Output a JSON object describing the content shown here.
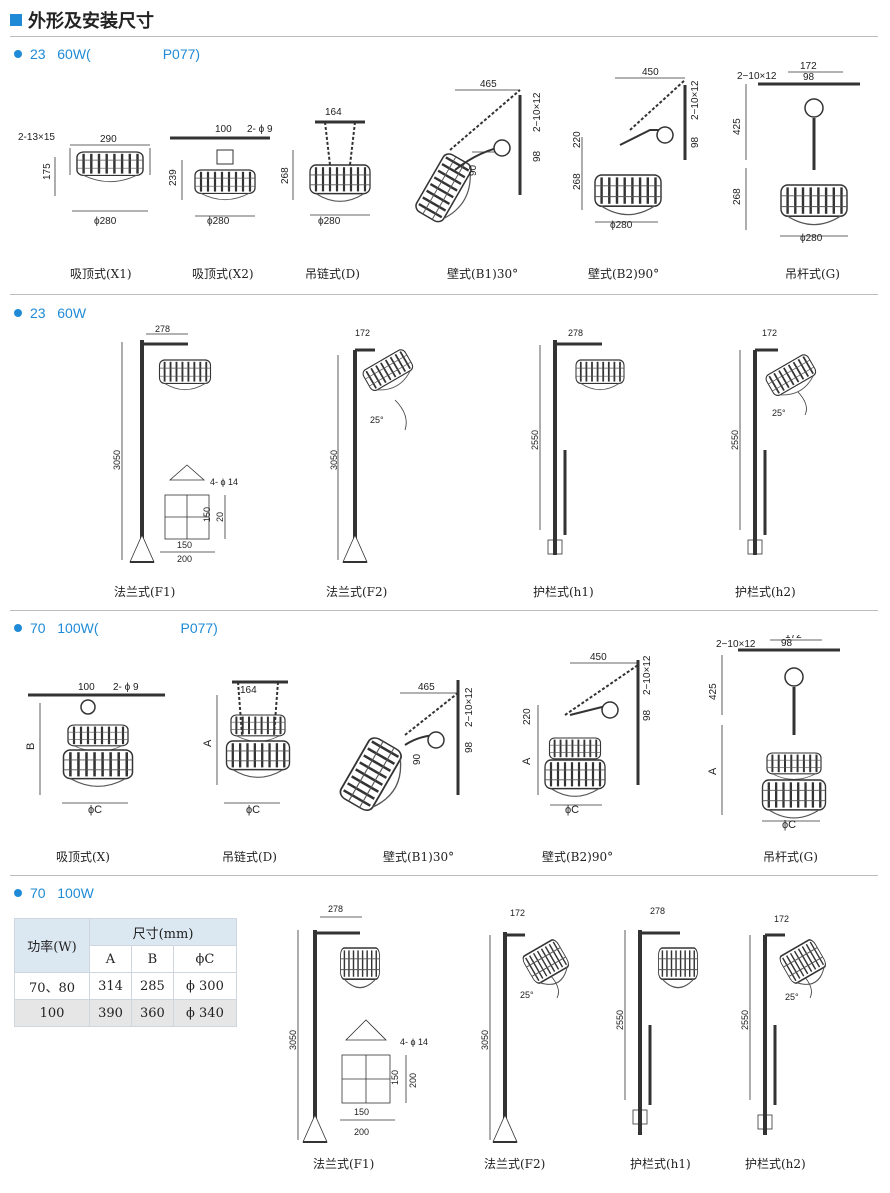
{
  "header": {
    "title": "外形及安装尺寸"
  },
  "sections": {
    "s1": {
      "watt_from": "23",
      "watt_to": "60W(",
      "model": "P077)"
    },
    "s2": {
      "watt_from": "23",
      "watt_to": "60W"
    },
    "s3": {
      "watt_from": "70",
      "watt_to": "100W(",
      "model": "P077)"
    },
    "s4": {
      "watt_from": "70",
      "watt_to": "100W"
    }
  },
  "captions": {
    "x1": "吸顶式(X1)",
    "x2": "吸顶式(X2)",
    "d": "吊链式(D)",
    "b1_30": "壁式(B1)30°",
    "b2_90": "壁式(B2)90°",
    "g": "吊杆式(G)",
    "f1": "法兰式(F1)",
    "f2": "法兰式(F2)",
    "h1": "护栏式(h1)",
    "h2": "护栏式(h2)",
    "x": "吸顶式(X)",
    "d2": "吊链式(D)",
    "b1_30b": "壁式(B1)30°",
    "b2_90b": "壁式(B2)90°",
    "g2": "吊杆式(G)",
    "f1b": "法兰式(F1)",
    "f2b": "法兰式(F2)",
    "h1b": "护栏式(h1)",
    "h2b": "护栏式(h2)"
  },
  "dims": {
    "d290": "290",
    "d2_13x15": "2-13×15",
    "d175": "175",
    "phi280": "ϕ280",
    "d100": "100",
    "d2phi9": "2- ϕ 9",
    "d239": "239",
    "d164": "164",
    "d268": "268",
    "d465": "465",
    "d2_10x12": "2−10×12",
    "d98": "98",
    "d90": "90",
    "d450": "450",
    "d220": "220",
    "d172": "172",
    "d425": "425",
    "d2_10x12b": "2−10×12",
    "d278": "278",
    "d3050": "3050",
    "d2550": "2550",
    "d25": "25°",
    "d4phi14": "4- ϕ 14",
    "d150": "150",
    "d200": "200",
    "d20": "20",
    "A": "A",
    "B": "B",
    "C": "ϕC"
  },
  "table": {
    "header": {
      "power": "功率(W)",
      "size": "尺寸(mm)",
      "colA": "A",
      "colB": "B",
      "colC": "ϕC"
    },
    "rows": [
      {
        "power": "70、80",
        "a": "314",
        "b": "285",
        "c": "ϕ 300"
      },
      {
        "power": "100",
        "a": "390",
        "b": "360",
        "c": "ϕ 340"
      }
    ]
  }
}
